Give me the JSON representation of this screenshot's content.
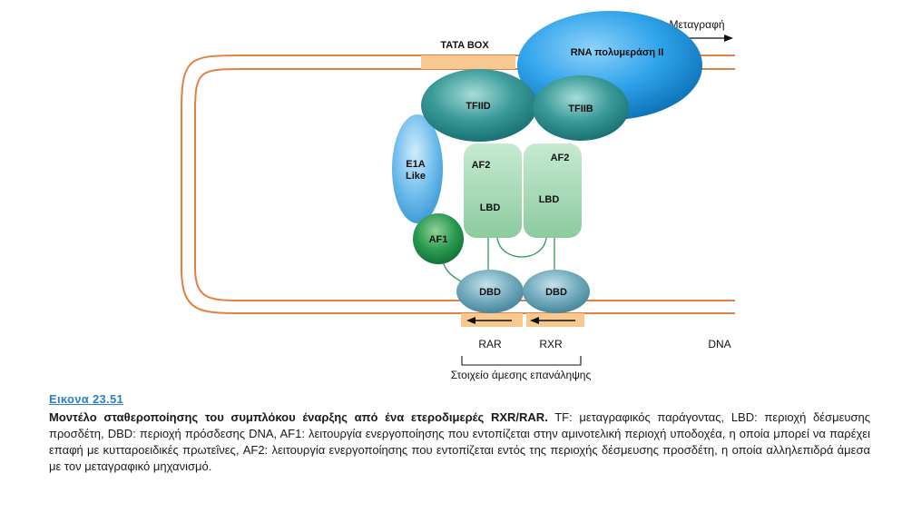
{
  "diagram": {
    "transcription_label": "Μεταγραφή",
    "tata_box_label": "TATA BOX",
    "rna_pol_label": "RNA πολυμεράση II",
    "tfiid_label": "TFIID",
    "tfiib_label": "TFIIB",
    "e1a_label_line1": "E1A",
    "e1a_label_line2": "Like",
    "af1_label": "AF1",
    "af2_left_label": "AF2",
    "af2_right_label": "AF2",
    "lbd_left_label": "LBD",
    "lbd_right_label": "LBD",
    "dbd_left_label": "DBD",
    "dbd_right_label": "DBD",
    "rar_label": "RAR",
    "rxr_label": "RXR",
    "dna_label": "DNA",
    "direct_repeat_label": "Στοιχείο άμεσης επανάληψης",
    "colors": {
      "dna_strand": "#e3803f",
      "tata_box": "#f7c990",
      "rna_pol": "#1e95de",
      "tfii": "#2c8f8f",
      "lbd": "#a8d8b0",
      "af1": "#1f8a45",
      "e1a": "#5ab3e8",
      "dbd": "#5f9fb3"
    }
  },
  "caption": {
    "figure_number": "Εικονα 23.51",
    "bold_text": "Μοντέλο σταθεροποίησης του συμπλόκου έναρξης από ένα ετεροδιμερές RXR/RAR.",
    "body_text": " TF: μεταγραφικός παράγοντας, LBD: περιοχή δέσμευσης προσδέτη, DBD: περιοχή πρόσδεσης DNA, AF1: λειτουργία ενεργοποίησης που εντοπίζεται στην αμινοτελική περιοχή υποδοχέα, η οποία μπορεί να παρέχει επαφή με κυτταροειδικές πρωτεΐνες, AF2: λειτουργία ενεργοποίησης που εντοπίζεται εντός της περιοχής δέσμευσης προσδέτη, η οποία αλληλεπιδρά άμεσα με τον μεταγραφικό μηχανισμό."
  }
}
